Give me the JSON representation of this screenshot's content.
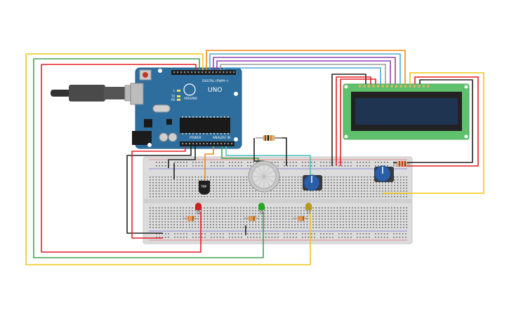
{
  "arduino": {
    "brand": "UNO",
    "digital_label": "DIGITAL (PWM~)",
    "power_label": "POWER",
    "analog_label": "ANALOG IN",
    "logo_text": "ARDUINO",
    "led_l": "L",
    "led_tx": "TX",
    "led_rx": "RX",
    "color": "#2e6e9e"
  },
  "temp_sensor": {
    "label": "TMP"
  },
  "lcd": {
    "pcb_color": "#5fc16c",
    "screen_color": "#1e3450"
  },
  "led_colors": [
    "#cc2222",
    "#22aa22",
    "#b89a1a"
  ],
  "wire_colors": {
    "red": "#e21f26",
    "green": "#3fa34d",
    "yellow": "#f2c514",
    "orange": "#f08c10",
    "blue": "#4ea9d6",
    "purple": "#8e44ad",
    "gray": "#9a9a9a",
    "black": "#222222",
    "teal": "#4dbfbf"
  }
}
